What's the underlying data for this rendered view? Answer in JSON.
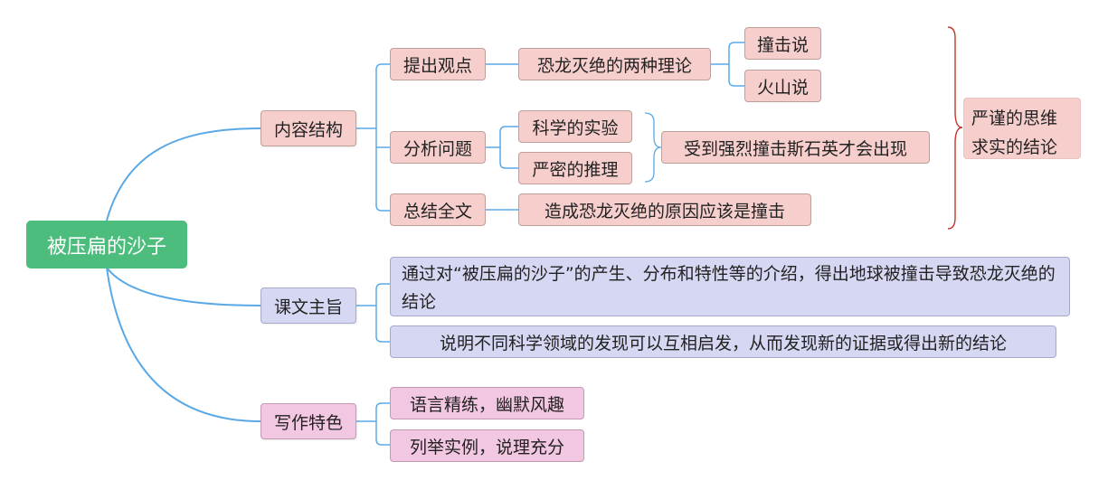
{
  "root": {
    "label": "被压扁的沙子"
  },
  "branches": {
    "structure": {
      "label": "内容结构",
      "propose": {
        "label": "提出观点",
        "theory": "恐龙灭绝的两种理论",
        "impact": "撞击说",
        "volcano": "火山说"
      },
      "analyze": {
        "label": "分析问题",
        "experiment": "科学的实验",
        "reasoning": "严密的推理",
        "finding": "受到强烈撞击斯石英才会出现"
      },
      "summarize": {
        "label": "总结全文",
        "conclusion": "造成恐龙灭绝的原因应该是撞击"
      },
      "summary": "严谨的思维求实的结论"
    },
    "theme": {
      "label": "课文主旨",
      "point1": "通过对“被压扁的沙子”的产生、分布和特性等的介绍，得出地球被撞击导致恐龙灭绝的结论",
      "point2": "说明不同科学领域的发现可以互相启发，从而发现新的证据或得出新的结论"
    },
    "style": {
      "label": "写作特色",
      "point1": "语言精练，幽默风趣",
      "point2": "列举实例，说理充分"
    }
  },
  "colors": {
    "root": "#4cbd7d",
    "connector": "#5aa9e6",
    "bracket": "#c0392b",
    "structure_fill": "#f6cfcd",
    "theme_fill": "#d6d7f2",
    "style_fill": "#f2c7e1"
  }
}
